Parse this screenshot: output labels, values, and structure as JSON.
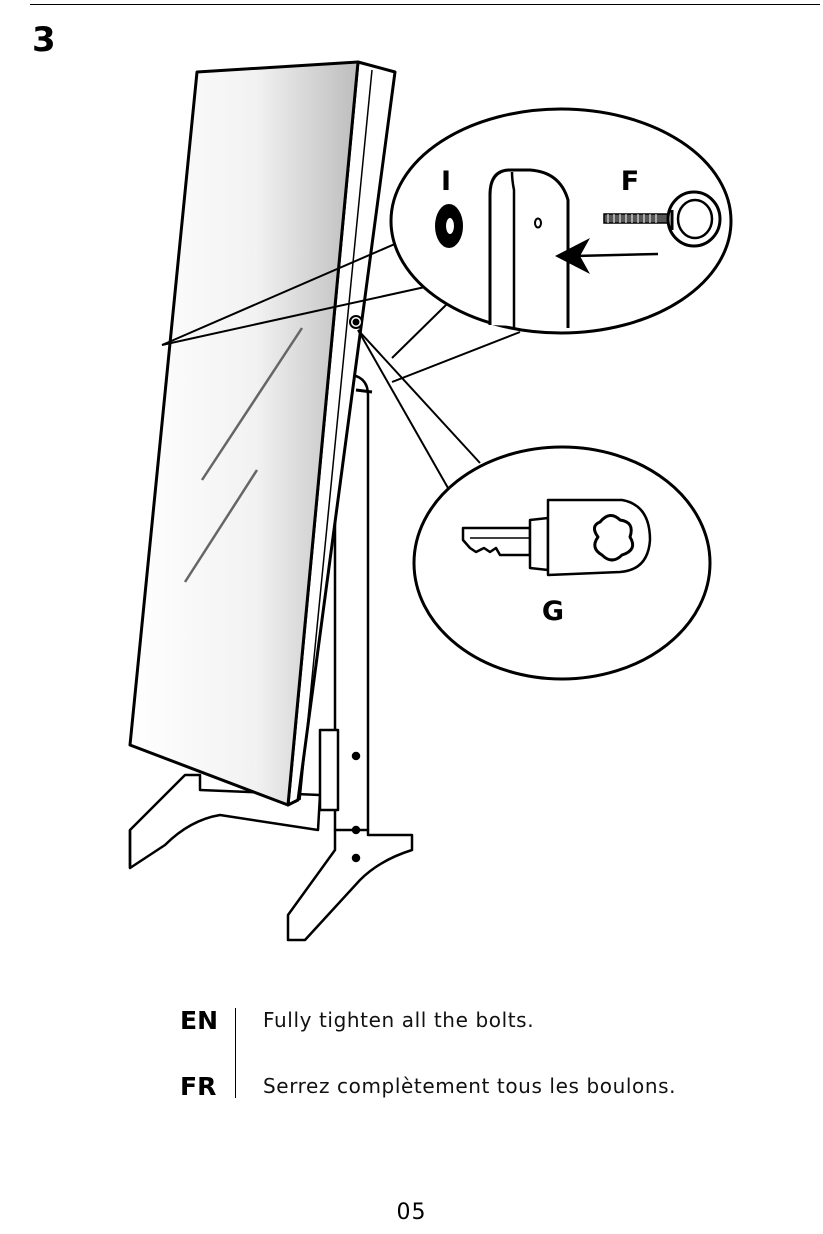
{
  "step": {
    "number": "3"
  },
  "parts": {
    "washer_label": "I",
    "bolt_label": "F",
    "key_label": "G"
  },
  "instructions": [
    {
      "lang": "EN",
      "text": "Fully tighten all the bolts."
    },
    {
      "lang": "FR",
      "text": "Serrez complètement tous les boulons."
    }
  ],
  "page": {
    "number": "05"
  }
}
